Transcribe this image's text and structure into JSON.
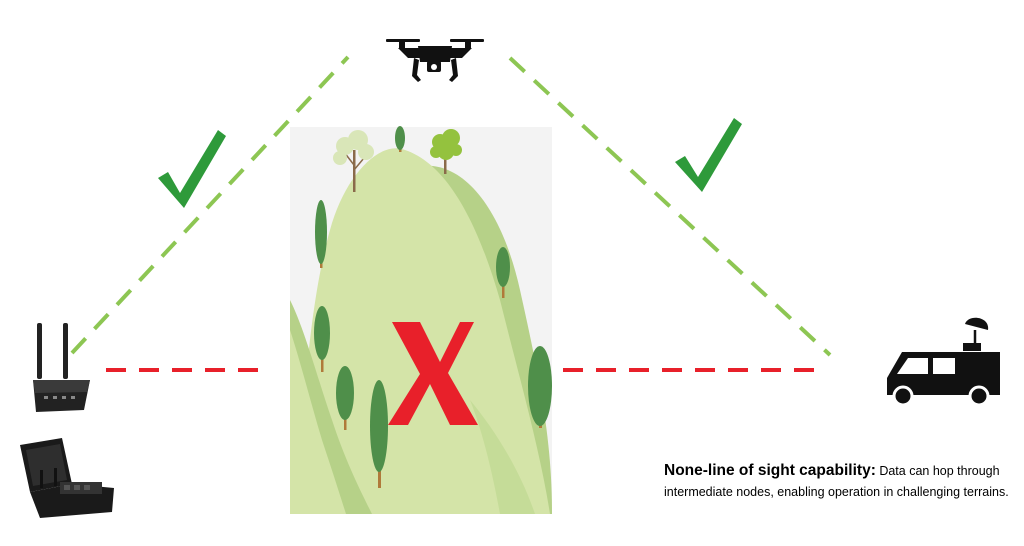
{
  "caption": {
    "title": "None-line of sight capability",
    "separator": ":",
    "body": " Data can hop through intermediate nodes, enabling operation in challenging terrains."
  },
  "links": [
    {
      "from": "radio-station",
      "to": "drone",
      "style": "dashed",
      "color": "#8dc653",
      "status": "ok"
    },
    {
      "from": "drone",
      "to": "broadcast-van",
      "style": "dashed",
      "color": "#8dc653",
      "status": "ok"
    },
    {
      "from": "radio-station",
      "to": "broadcast-van",
      "style": "dashed",
      "color": "#e8202a",
      "status": "blocked"
    }
  ],
  "colors": {
    "good_link": "#8dc653",
    "check_mark": "#2e9a3a",
    "blocked_link": "#e8202a",
    "x_mark": "#e8202a",
    "hill_light": "#d4e4a8",
    "hill_dark": "#b6d188",
    "tree": "#4f8f4a",
    "panel_bg": "#f3f3f3"
  },
  "icons": [
    "drone-icon",
    "radio-station-icon",
    "rugged-case-icon",
    "broadcast-van-icon",
    "hill-illustration",
    "check-icon",
    "x-icon"
  ]
}
